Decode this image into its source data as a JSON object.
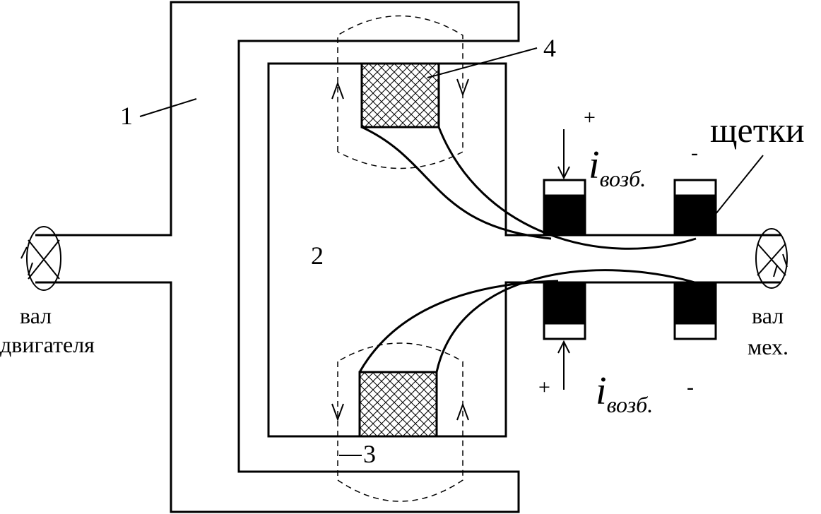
{
  "labels": {
    "part1": "1",
    "part2": "2",
    "part3": "3",
    "part4": "4",
    "shaft_motor_line1": "вал",
    "shaft_motor_line2": "двигателя",
    "shaft_mech_line1": "вал",
    "shaft_mech_line2": "мех.",
    "brushes": "щетки",
    "current_symbol": "i",
    "current_subscript": "возб.",
    "plus": "+",
    "minus": "-"
  }
}
